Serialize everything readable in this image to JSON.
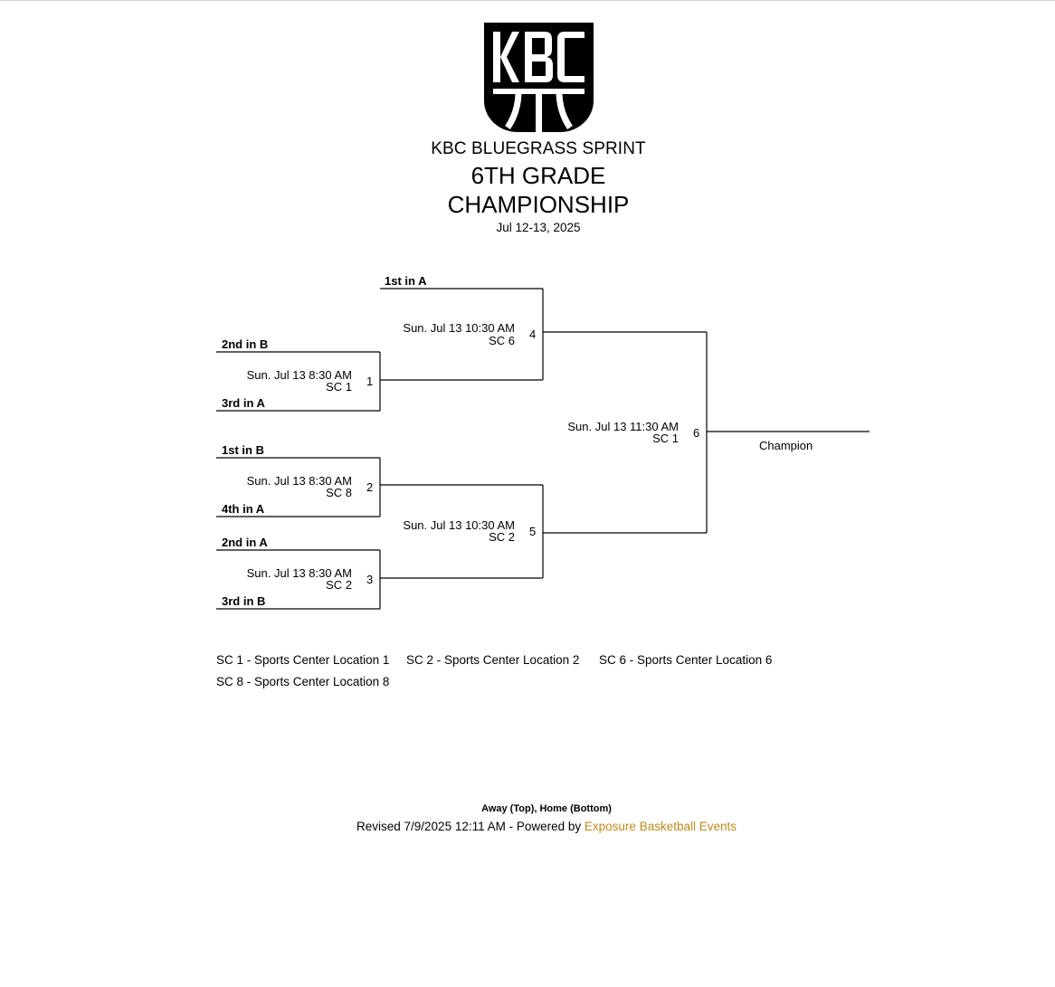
{
  "header": {
    "org": "KBC BLUEGRASS SPRINT",
    "title_line1": "6TH GRADE",
    "title_line2": "CHAMPIONSHIP",
    "dates": "Jul 12-13, 2025",
    "logo_text": "KBC"
  },
  "bracket": {
    "teams": {
      "g4_top": "1st in A",
      "g1_top": "2nd in B",
      "g1_bottom": "3rd in A",
      "g2_top": "1st in B",
      "g2_bottom": "4th in A",
      "g3_top": "2nd in A",
      "g3_bottom": "3rd in B"
    },
    "games": [
      {
        "number": "1",
        "time": "Sun. Jul 13 8:30 AM",
        "location": "SC 1"
      },
      {
        "number": "2",
        "time": "Sun. Jul 13 8:30 AM",
        "location": "SC 8"
      },
      {
        "number": "3",
        "time": "Sun. Jul 13 8:30 AM",
        "location": "SC 2"
      },
      {
        "number": "4",
        "time": "Sun. Jul 13 10:30 AM",
        "location": "SC 6"
      },
      {
        "number": "5",
        "time": "Sun. Jul 13 10:30 AM",
        "location": "SC 2"
      },
      {
        "number": "6",
        "time": "Sun. Jul 13 11:30 AM",
        "location": "SC 1"
      }
    ],
    "champion_label": "Champion"
  },
  "venues": [
    "SC 1 - Sports Center Location 1",
    "SC 2 - Sports Center Location 2",
    "SC 6 - Sports Center Location 6",
    "SC 8 - Sports Center Location 8"
  ],
  "footer": {
    "note": "Away (Top), Home (Bottom)",
    "revised": "Revised 7/9/2025 12:11 AM - Powered by ",
    "link_text": "Exposure Basketball Events",
    "link_color": "#c08a1e"
  }
}
